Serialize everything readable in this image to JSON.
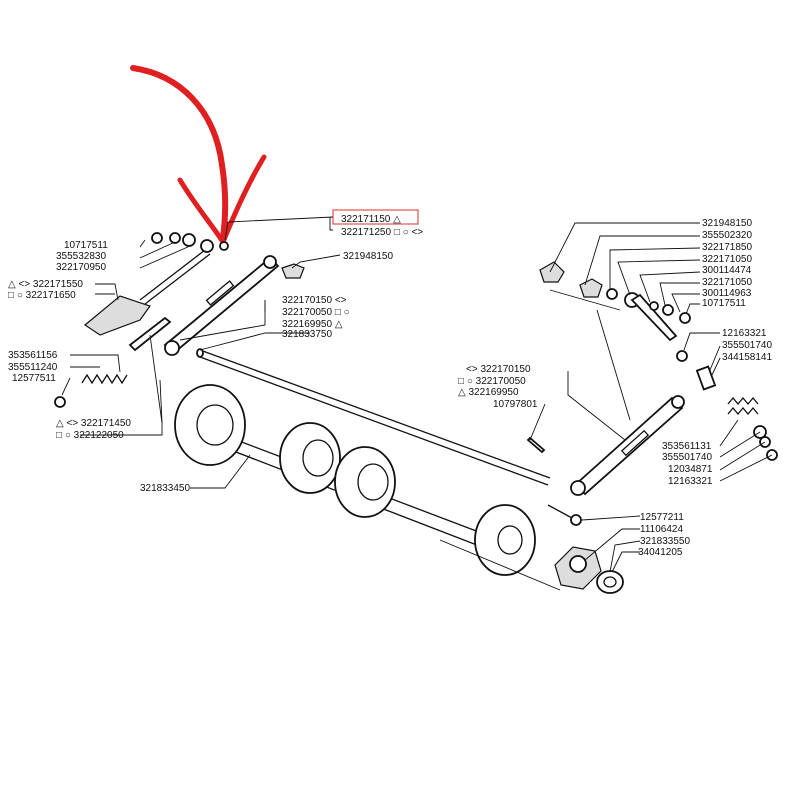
{
  "labels": {
    "top_a": "322171150 △",
    "top_b": "322171250 □ ○ <>",
    "l_10717511": "10717511",
    "l_355532830": "355532830",
    "l_322170950": "322170950",
    "l_322171550": "△ <>  322171550",
    "l_322171650": "□ ○  322171650",
    "l_321948150_mid": "321948150",
    "l_322170150": "322170150  <>",
    "l_322170050": "322170050  □ ○",
    "l_322169950": "322169950  △",
    "l_321833750": "321833750",
    "l_353561156": "353561156",
    "l_355511240": "355511240",
    "l_12577511": "12577511",
    "l_322171450": "△ <>  322171450",
    "l_322122050": "□ ○  322122050",
    "l_321833450": "321833450",
    "r_321948150": "321948150",
    "r_355502320": "355502320",
    "r_322171850": "322171850",
    "r_322171050": "322171050",
    "r_300114474": "300114474",
    "r_322171050b": "322171050",
    "r_300114963": "300114963",
    "r_10717511": "10717511",
    "r_12163321": "12163321",
    "r_355501740": "355501740",
    "r_344158141": "344158141",
    "m_322170150": "<>  322170150",
    "m_322170050": "□ ○  322170050",
    "m_322169950": "△  322169950",
    "m_10797801": "10797801",
    "r_353561131": "353561131",
    "r_355501740b": "355501740",
    "r_12034871": "12034871",
    "r_12163321b": "12163321",
    "b_12577211": "12577211",
    "b_11106424": "11106424",
    "b_321833550": "321833550",
    "b_34041205": "34041205"
  },
  "colors": {
    "arrow": "#e02020",
    "highlight_box": "#e05050",
    "ink": "#111111"
  },
  "icons": {
    "pointer": "red-arrow-icon"
  }
}
